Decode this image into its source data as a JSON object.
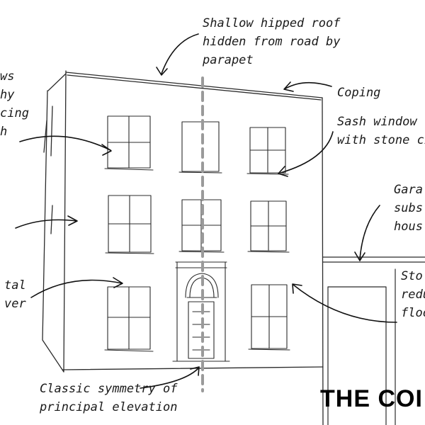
{
  "annotations": {
    "roof": {
      "lines": [
        "Shallow hipped roof",
        "hidden from road by",
        "parapet"
      ]
    },
    "coping": {
      "lines": [
        "Coping"
      ]
    },
    "sash": {
      "lines": [
        "Sash window",
        "with stone ci"
      ]
    },
    "garage": {
      "lines": [
        "Gara",
        "subs",
        "hous"
      ]
    },
    "storey": {
      "lines": [
        "Sto",
        "redu",
        "floo"
      ]
    },
    "left_windows": {
      "lines": [
        "ws",
        "hy",
        "cing",
        "h"
      ]
    },
    "left_tal": {
      "lines": [
        "tal",
        "ver"
      ]
    },
    "symmetry": {
      "lines": [
        "Classic symmetry of",
        "principal elevation"
      ]
    }
  },
  "heading": "THE COI",
  "colors": {
    "ink": "#2b2b2b",
    "axis": "#9a9a9a",
    "background": "#ffffff"
  }
}
